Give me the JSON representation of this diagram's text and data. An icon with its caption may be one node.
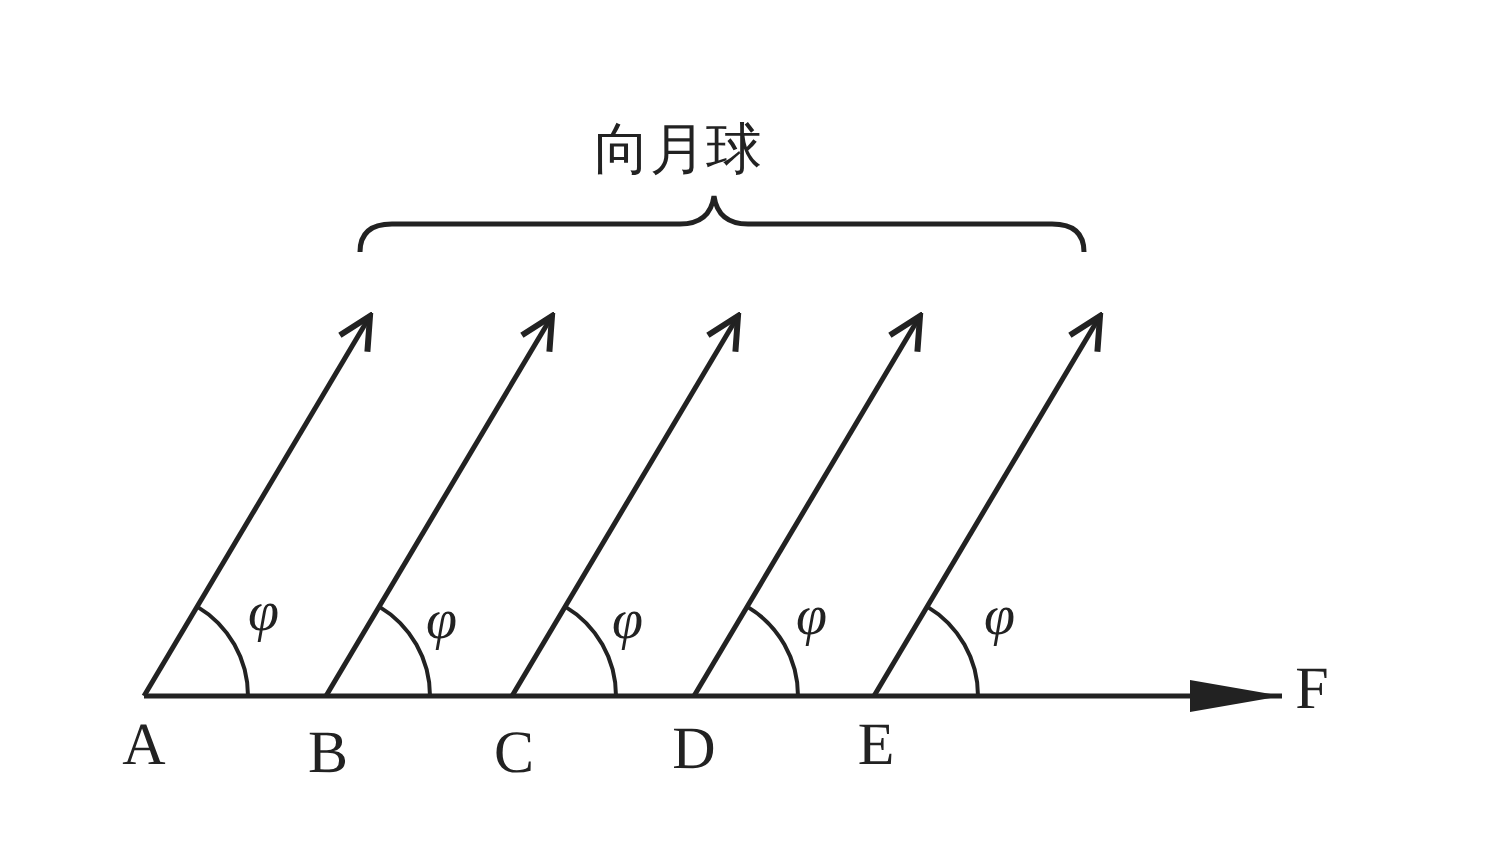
{
  "diagram": {
    "nodes": [
      {
        "text": [
          "A"
        ]
      },
      {
        "text": [
          "B"
        ]
      },
      {
        "text": [
          "C"
        ]
      },
      {
        "text": [
          "D"
        ]
      },
      {
        "text": [
          "E"
        ]
      },
      {
        "text": [
          "F"
        ]
      }
    ],
    "edges": [
      {
        "from": 0,
        "to": 5,
        "arrow": "to"
      },
      {
        "from": 0,
        "to": null,
        "arrow": "to"
      },
      {
        "from": 1,
        "to": null,
        "arrow": "to"
      },
      {
        "from": 2,
        "to": null,
        "arrow": "to"
      },
      {
        "from": 3,
        "to": null,
        "arrow": "to"
      },
      {
        "from": 4,
        "to": null,
        "arrow": "to"
      }
    ],
    "labels": [
      "向月球",
      "φ",
      "φ",
      "φ",
      "φ",
      "φ"
    ]
  }
}
